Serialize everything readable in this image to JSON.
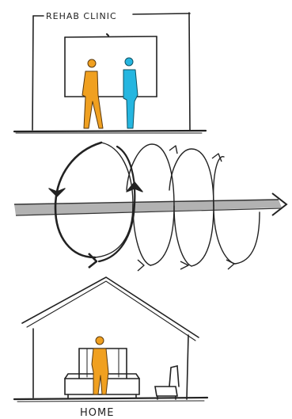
{
  "clinic": {
    "label": "REHAB CLINIC"
  },
  "home": {
    "label": "HOME"
  },
  "colors": {
    "ink": "#222222",
    "orange_figure": "#f0a020",
    "blue_figure": "#25b6e0",
    "arrow_band": "#9a9a9a"
  },
  "icons": {
    "clinic_building": "rehab-clinic-building",
    "home_house": "home-house",
    "orange_person": "person-figure",
    "blue_person": "person-figure",
    "timeline_arrow": "long-right-arrow",
    "spiral_loops": "recovery-loops"
  }
}
